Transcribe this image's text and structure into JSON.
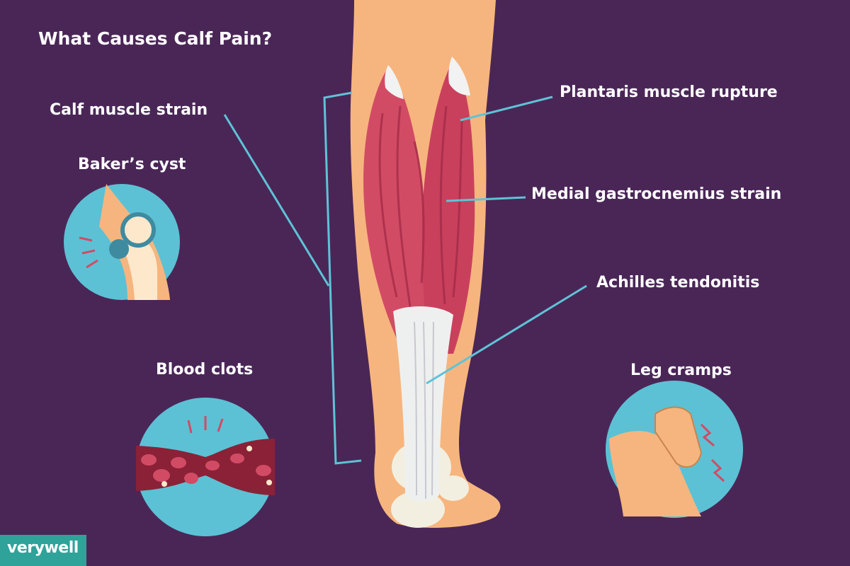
{
  "title": "What Causes Calf Pain?",
  "labels": {
    "calf_muscle_strain": "Calf muscle strain",
    "bakers_cyst": "Baker’s cyst",
    "blood_clots": "Blood clots",
    "plantaris_rupture": "Plantaris muscle rupture",
    "medial_gastrocnemius": "Medial gastrocnemius strain",
    "achilles_tendonitis": "Achilles tendonitis",
    "leg_cramps": "Leg cramps"
  },
  "brand": "verywell",
  "colors": {
    "background": "#4a2657",
    "skin": "#f6b57e",
    "muscle": "#d24b64",
    "tendon": "#eef0ef",
    "leader_line": "#5ec3d6",
    "circle_bg": "#5cc1d4",
    "brand_bg": "#2fa39a"
  }
}
